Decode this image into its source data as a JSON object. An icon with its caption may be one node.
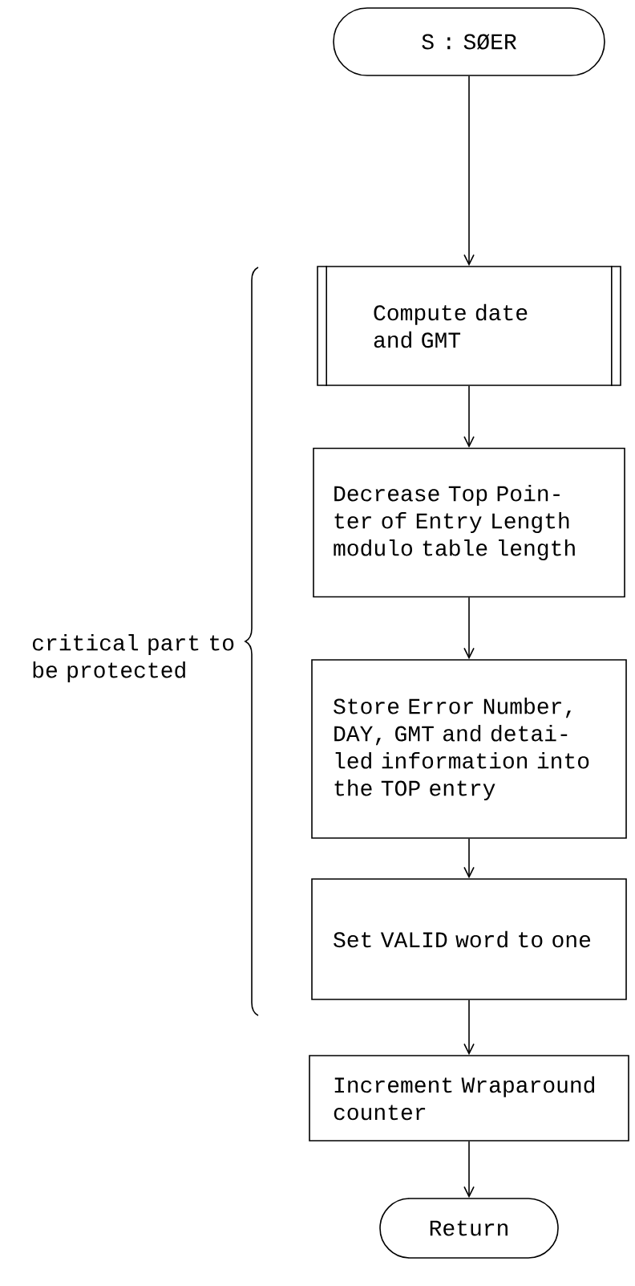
{
  "diagram": {
    "nodes": [
      {
        "text": [
          "S : SØER"
        ]
      },
      {
        "text": [
          "Compute date and GMT"
        ]
      },
      {
        "text": [
          "Decrease Top Poin-ter of Entry Length modulo table length"
        ]
      },
      {
        "text": [
          "Store Error Number, DAY, GMT and detai-led information into the TOP entry"
        ]
      },
      {
        "text": [
          "Set VALID word to one"
        ]
      },
      {
        "text": [
          "Increment Wraparound counter"
        ]
      },
      {
        "text": [
          "Return"
        ]
      }
    ],
    "edges": [
      {
        "from": 0,
        "to": 1,
        "arrow": "to"
      },
      {
        "from": 1,
        "to": 2,
        "arrow": "to"
      },
      {
        "from": 2,
        "to": 3,
        "arrow": "to"
      },
      {
        "from": 3,
        "to": 4,
        "arrow": "to"
      },
      {
        "from": 4,
        "to": 5,
        "arrow": "to"
      },
      {
        "from": 5,
        "to": 6,
        "arrow": "to"
      }
    ],
    "labels": [
      "critical part to be protected"
    ]
  }
}
